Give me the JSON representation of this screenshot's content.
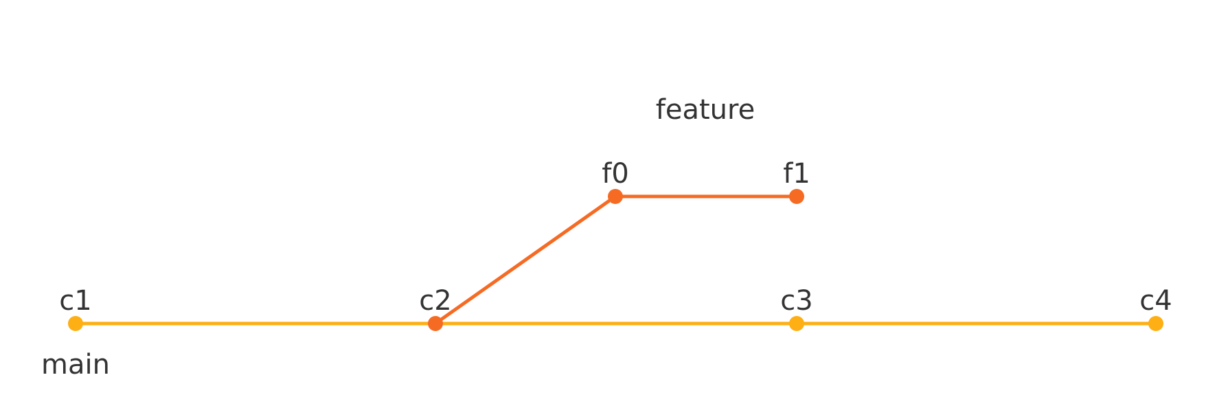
{
  "colors": {
    "main": "#FDAF14",
    "feature": "#F66B24",
    "text": "#333333",
    "background": "#FFFFFF"
  },
  "branches": {
    "main": "main",
    "feature": "feature"
  },
  "commits": {
    "c1": "c1",
    "c2": "c2",
    "c3": "c3",
    "c4": "c4",
    "f0": "f0",
    "f1": "f1"
  }
}
